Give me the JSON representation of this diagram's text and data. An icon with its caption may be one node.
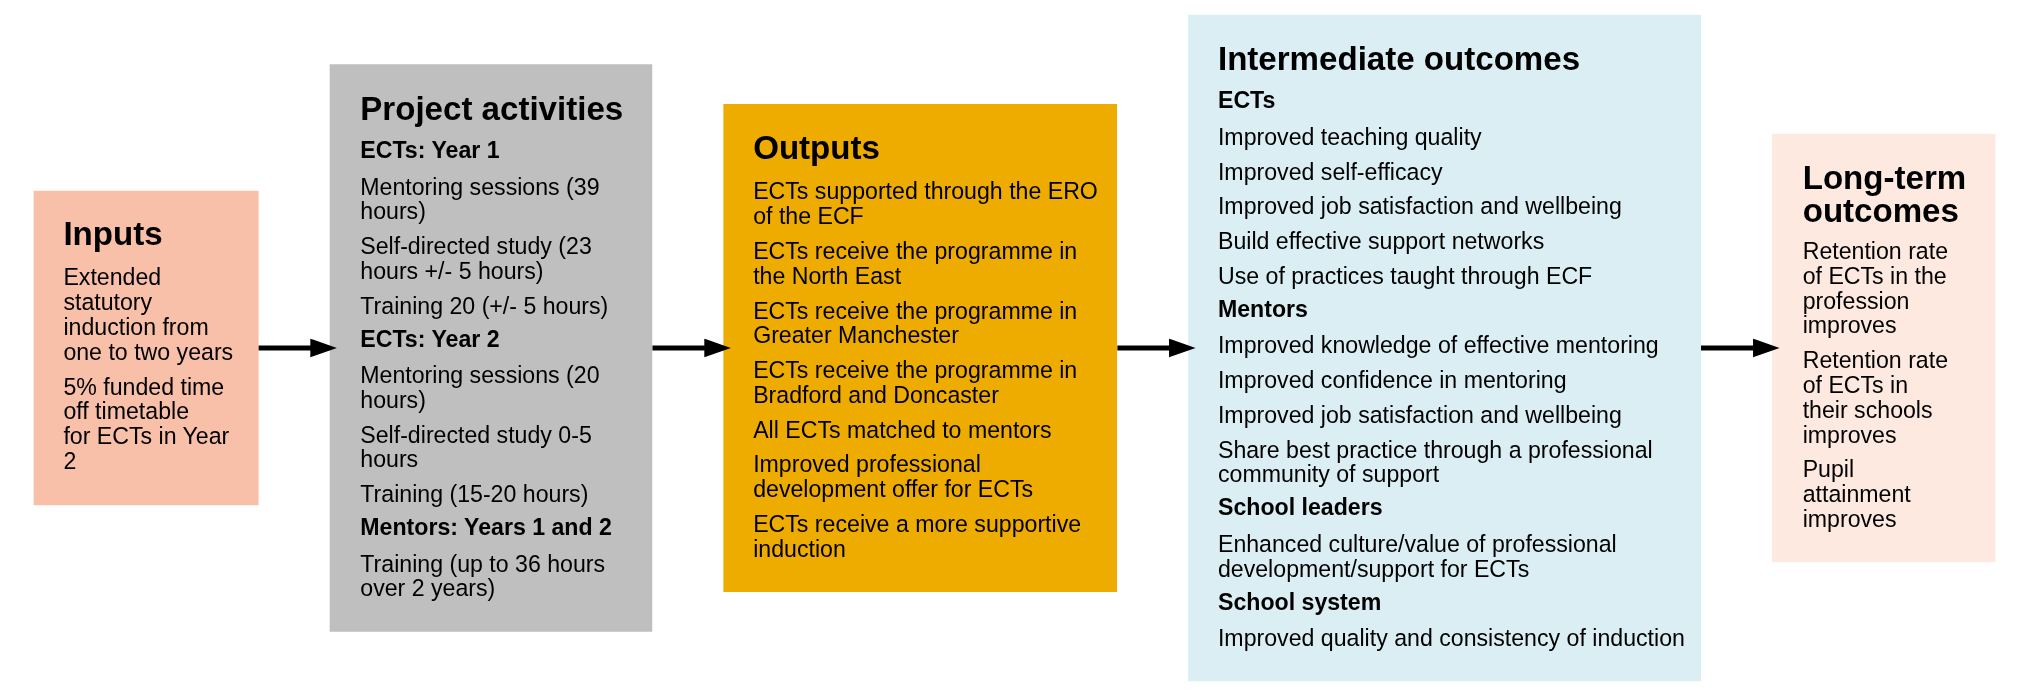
{
  "diagram": {
    "nodes": [
      {
        "text": [
          "Inputs",
          "Extended statutory induction from one to two years",
          "5% funded time off timetable for ECTs in Year 2"
        ]
      },
      {
        "text": [
          "Project activities",
          "ECTs: Year 1",
          "Mentoring sessions (39 hours)",
          "Self-directed study (23 hours +/- 5 hours)",
          "Training 20 (+/- 5 hours)",
          "ECTs: Year 2",
          "Mentoring sessions (20 hours)",
          "Self-directed study 0-5 hours",
          "Training (15-20 hours)",
          "Mentors: Years 1 and 2",
          "Training (up to 36 hours over 2 years)"
        ]
      },
      {
        "text": [
          "Outputs",
          "ECTs supported through the ERO of the ECF",
          "ECTs receive the programme in the North East",
          "ECTs receive the programme in Greater Manchester",
          "ECTs receive the programme in Bradford and Doncaster",
          "All ECTs matched to mentors",
          "Improved professional development offer for ECTs",
          "ECTs receive a more supportive induction"
        ]
      },
      {
        "text": [
          "Intermediate outcomes",
          "ECTs",
          "Improved teaching quality",
          "Improved self-efficacy",
          "Improved job satisfaction and wellbeing",
          "Build effective support networks",
          "Use of practices taught through ECF",
          "Mentors",
          "Improved knowledge of effective mentoring",
          "Improved confidence in mentoring",
          "Improved job satisfaction and wellbeing",
          "Share best practice through a professional community of support",
          "School leaders",
          "Enhanced culture/value of professional development/support for ECTs",
          "School system",
          "Improved quality and consistency of induction"
        ]
      },
      {
        "text": [
          "Long-term outcomes",
          "Retention rate of ECTs in the profession improves",
          "Retention rate of ECTs in their schools improves",
          "Pupil attainment improves"
        ]
      }
    ],
    "edges": [
      {
        "from": 0,
        "to": 1,
        "arrow": "to"
      },
      {
        "from": 1,
        "to": 2,
        "arrow": "to"
      },
      {
        "from": 2,
        "to": 3,
        "arrow": "to"
      },
      {
        "from": 3,
        "to": 4,
        "arrow": "to"
      }
    ]
  }
}
